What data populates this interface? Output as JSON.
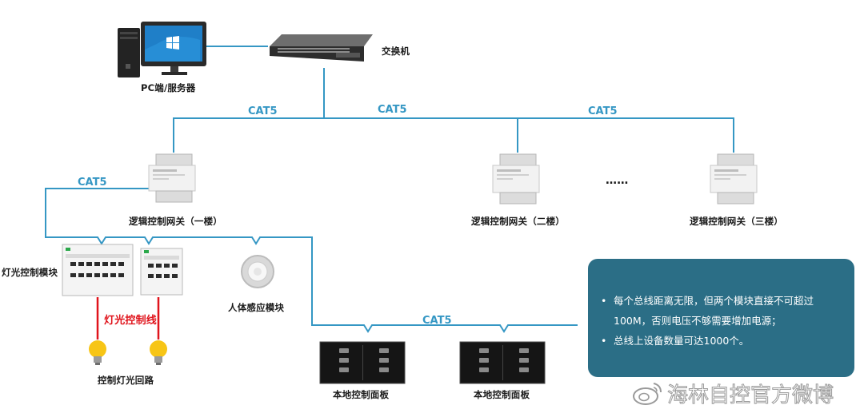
{
  "devices": {
    "pc_label": "PC端/服务器",
    "switch_label": "交换机",
    "gateway_1": "逻辑控制网关（一楼）",
    "gateway_2": "逻辑控制网关（二楼）",
    "gateway_3": "逻辑控制网关（三楼）",
    "ellipsis": "……",
    "light_module": "灯光控制模块",
    "light_line": "灯光控制线",
    "light_loop": "控制灯光回路",
    "motion_sensor": "人体感应模块",
    "panel_1": "本地控制面板",
    "panel_2": "本地控制面板"
  },
  "cables": {
    "a": "CAT5",
    "b": "CAT5",
    "c": "CAT5",
    "d": "CAT5",
    "e": "CAT5"
  },
  "note": {
    "items": [
      "每个总线距离无限，但两个模块直接不可超过100M，否则电压不够需要增加电源；",
      "总线上设备数量可达1000个。"
    ]
  },
  "watermark": "海林自控官方微博",
  "colors": {
    "bus": "#3597c4",
    "control_line": "#e0141c",
    "note_bg": "#2b6e86"
  }
}
